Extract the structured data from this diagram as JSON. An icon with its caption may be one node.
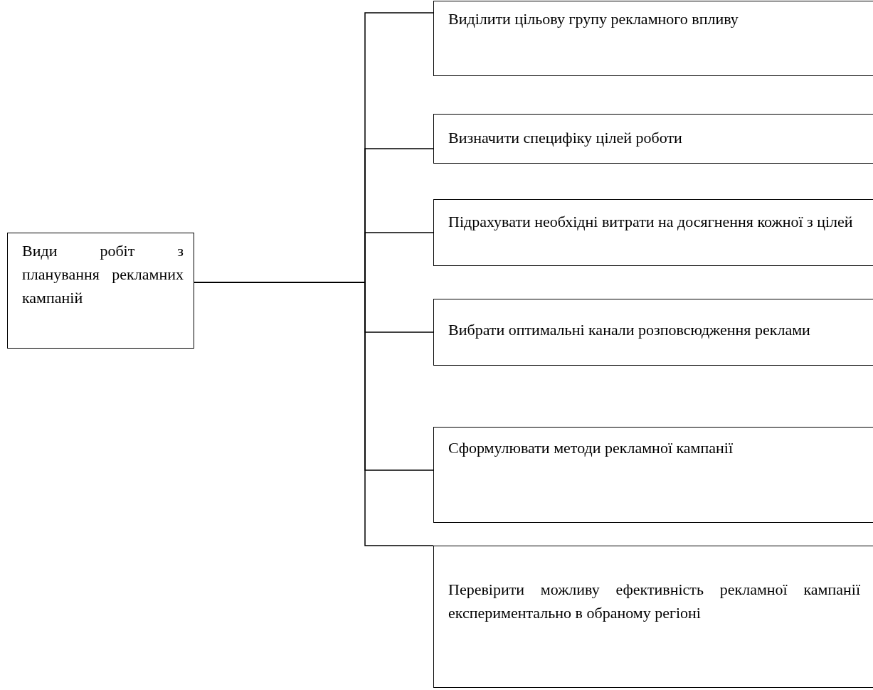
{
  "diagram": {
    "nodes": [
      {
        "text": [
          "Види робіт з планування рекламних кампаній"
        ]
      },
      {
        "text": [
          "Виділити цільову групу рекламного впливу"
        ]
      },
      {
        "text": [
          "Визначити специфіку цілей роботи"
        ]
      },
      {
        "text": [
          "Підрахувати необхідні витрати на досягнення кожної з цілей"
        ]
      },
      {
        "text": [
          "Вибрати оптимальні канали розповсюдження реклами"
        ]
      },
      {
        "text": [
          "Сформулювати методи рекламної кампанії"
        ]
      },
      {
        "text": [
          "Перевірити можливу ефективність рекламної кампанії експериментально в обраному регіоні"
        ]
      }
    ],
    "edges": [
      {
        "from": 0,
        "to": 1,
        "arrow": "none"
      },
      {
        "from": 0,
        "to": 2,
        "arrow": "none"
      },
      {
        "from": 0,
        "to": 3,
        "arrow": "none"
      },
      {
        "from": 0,
        "to": 4,
        "arrow": "none"
      },
      {
        "from": 0,
        "to": 5,
        "arrow": "none"
      },
      {
        "from": 0,
        "to": 6,
        "arrow": "none"
      }
    ]
  }
}
